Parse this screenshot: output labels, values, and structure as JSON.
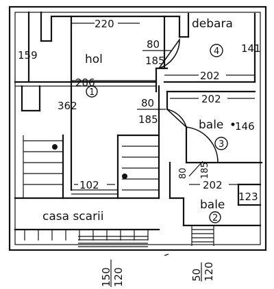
{
  "rooms": {
    "hol": "hol",
    "debara": "debara",
    "bale_1": "bale",
    "bale_2": "bale",
    "casa_scarii": "casa scarii"
  },
  "room_numbers": {
    "n1": "1",
    "n2": "2",
    "n3": "3",
    "n4": "4"
  },
  "dimensions": {
    "d220": "220",
    "d159": "159",
    "d141": "141",
    "d286": "286",
    "d362": "362",
    "d202a": "202",
    "d202b": "202",
    "d202c": "202",
    "d146": "146",
    "d123": "123",
    "d102": "102",
    "door1_w": "80",
    "door1_h": "185",
    "door2_w": "80",
    "door2_h": "185",
    "door3_w": "80",
    "door3_h": "185"
  },
  "bottom_labels": {
    "win1_top": "150",
    "win1_bottom": "120",
    "win2_top": "50",
    "win2_bottom": "120"
  }
}
